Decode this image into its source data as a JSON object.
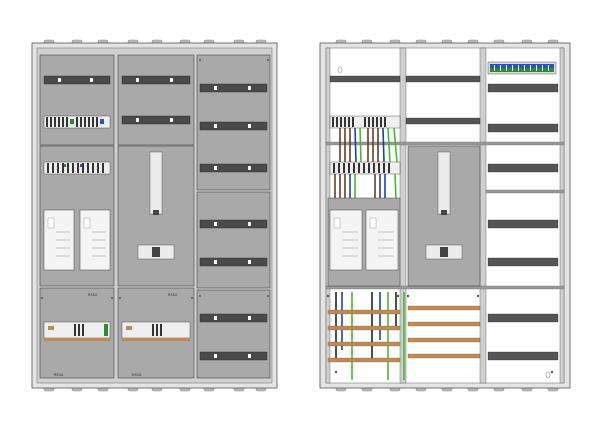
{
  "labels": {
    "front_bottom_left": "RSSA",
    "front_bottom_right": "RSSA",
    "front_apz_left": "RSSA",
    "front_apz_right": "RSSA"
  },
  "colors": {
    "panel_gray": "#a9a9a9",
    "frame_gray": "#e4e4e4",
    "rail_dark": "#555555",
    "cable_brown": "#6b3a1f",
    "cable_blue": "#1d3fb0",
    "cable_green": "#3fbf2a",
    "cable_black": "#222222",
    "busbar_copper": "#c08a55",
    "terminal_green": "#2e8b2e",
    "terminal_blue": "#2255cc"
  },
  "views": [
    {
      "name": "front-view"
    },
    {
      "name": "interior-view"
    }
  ]
}
